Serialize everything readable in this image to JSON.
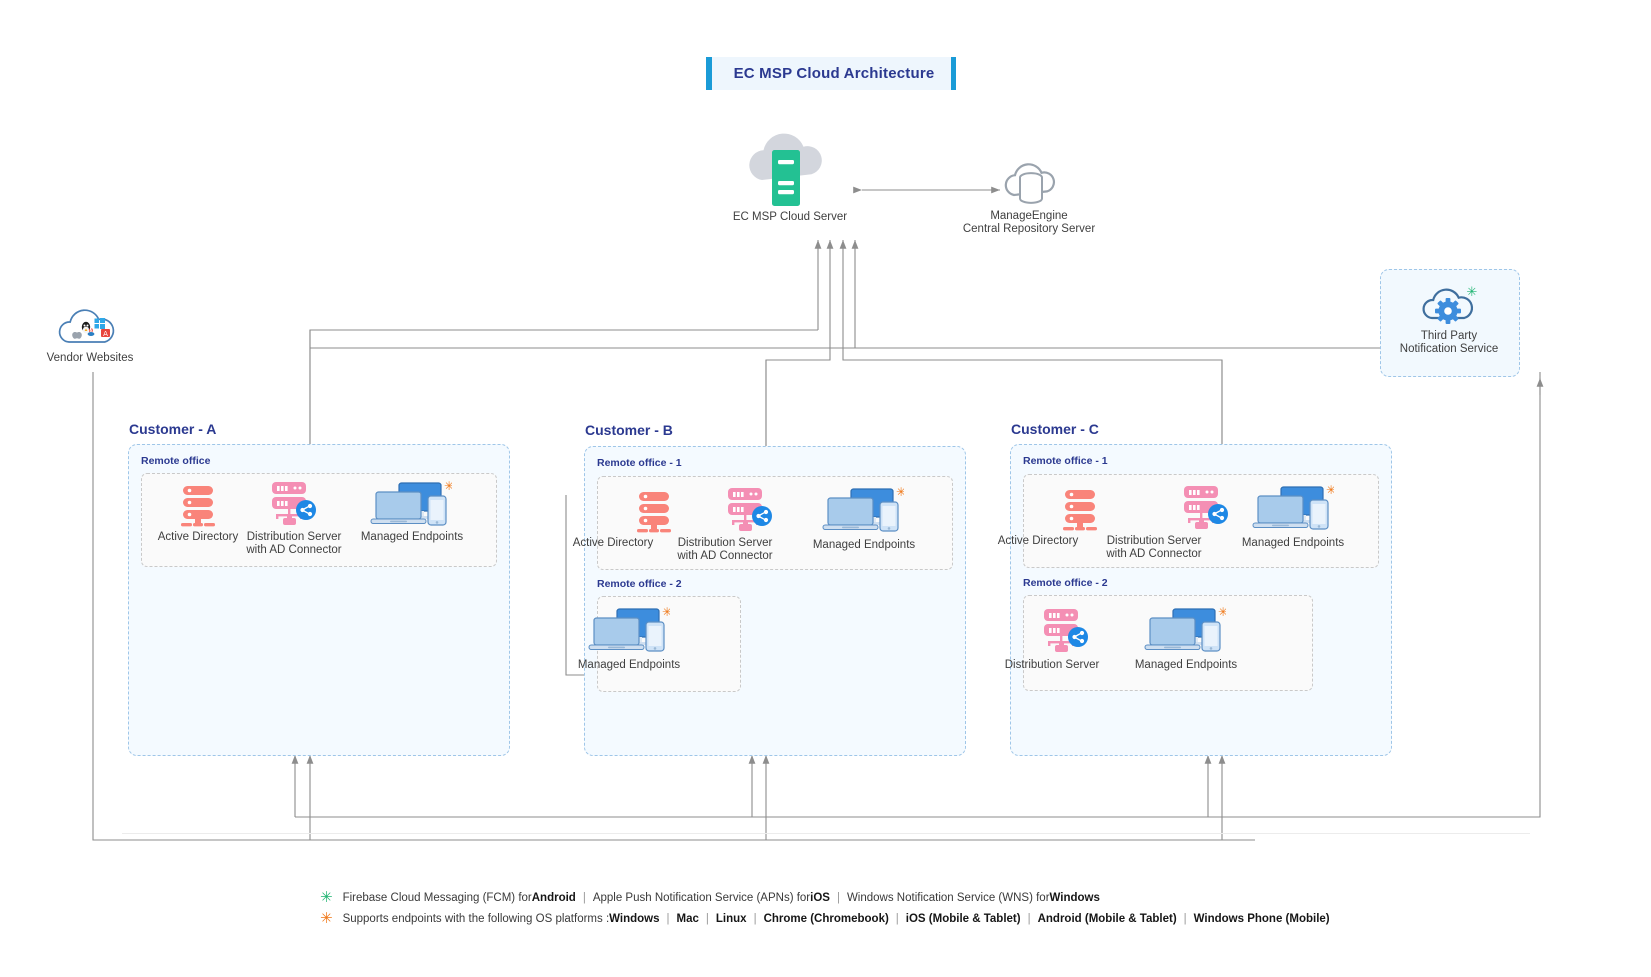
{
  "title": "EC MSP Cloud Architecture",
  "nodes": {
    "cloud_server": {
      "label": "EC MSP Cloud Server",
      "icon": "cloud-server-icon"
    },
    "repository": {
      "label_line1": "ManageEngine",
      "label_line2": "Central Repository Server",
      "icon": "cloud-database-icon"
    },
    "vendor": {
      "label": "Vendor Websites",
      "icon": "cloud-vendor-logos-icon"
    },
    "third_party": {
      "label_line1": "Third Party",
      "label_line2": "Notification Service",
      "icon": "cloud-gear-icon",
      "badge": "green-asterisk"
    }
  },
  "customers": [
    {
      "title": "Customer - A",
      "offices": [
        {
          "title": "Remote office",
          "nodes": [
            {
              "label": "Active Directory",
              "icon": "active-directory-server-icon"
            },
            {
              "label_line1": "Distribution Server",
              "label_line2": "with AD Connector",
              "icon": "distribution-server-icon"
            },
            {
              "label": "Managed Endpoints",
              "icon": "managed-endpoints-icon",
              "badge": "orange-asterisk"
            }
          ]
        }
      ]
    },
    {
      "title": "Customer - B",
      "offices": [
        {
          "title": "Remote office - 1",
          "nodes": [
            {
              "label": "Active Directory",
              "icon": "active-directory-server-icon"
            },
            {
              "label_line1": "Distribution Server",
              "label_line2": "with AD Connector",
              "icon": "distribution-server-icon"
            },
            {
              "label": "Managed Endpoints",
              "icon": "managed-endpoints-icon",
              "badge": "orange-asterisk"
            }
          ]
        },
        {
          "title": "Remote office - 2",
          "nodes": [
            {
              "label": "Managed Endpoints",
              "icon": "managed-endpoints-icon",
              "badge": "orange-asterisk"
            }
          ]
        }
      ]
    },
    {
      "title": "Customer - C",
      "offices": [
        {
          "title": "Remote office - 1",
          "nodes": [
            {
              "label": "Active Directory",
              "icon": "active-directory-server-icon"
            },
            {
              "label_line1": "Distribution Server",
              "label_line2": "with AD Connector",
              "icon": "distribution-server-icon"
            },
            {
              "label": "Managed Endpoints",
              "icon": "managed-endpoints-icon",
              "badge": "orange-asterisk"
            }
          ]
        },
        {
          "title": "Remote office - 2",
          "nodes": [
            {
              "label": "Distribution Server",
              "icon": "distribution-server-icon"
            },
            {
              "label": "Managed Endpoints",
              "icon": "managed-endpoints-icon",
              "badge": "orange-asterisk"
            }
          ]
        }
      ]
    }
  ],
  "legend": {
    "row1": {
      "marker": "green-asterisk",
      "items": [
        "Firebase Cloud Messaging (FCM) for ",
        "Apple Push Notification Service (APNs) for ",
        "Windows Notification Service (WNS) for "
      ],
      "bold": [
        "Android",
        "iOS",
        "Windows"
      ]
    },
    "row2": {
      "marker": "orange-asterisk",
      "lead": "Supports endpoints with the following OS platforms : ",
      "platforms": [
        "Windows",
        "Mac",
        "Linux",
        "Chrome (Chromebook)",
        "iOS (Mobile & Tablet)",
        "Android (Mobile & Tablet)",
        "Windows Phone (Mobile)"
      ]
    }
  },
  "colors": {
    "title_text": "#2b3990",
    "title_bg": "#eef6fd",
    "title_bar": "#1a9bd7",
    "cloud_gray": "#d3d6dd",
    "server_green": "#23c193",
    "ad_salmon": "#f9847a",
    "dist_pink": "#f48fb4",
    "share_blue": "#1e88e5",
    "endpoint_blue_dark": "#3d8ddd",
    "endpoint_blue_light": "#a8cbeb",
    "customer_border": "#9fc6e8",
    "customer_bg": "#f4faff",
    "office_border": "#c9c9c9",
    "office_bg": "#fafafa",
    "wire": "#8d8d8d",
    "green_asterisk": "#21b573",
    "orange_asterisk": "#f07818"
  }
}
